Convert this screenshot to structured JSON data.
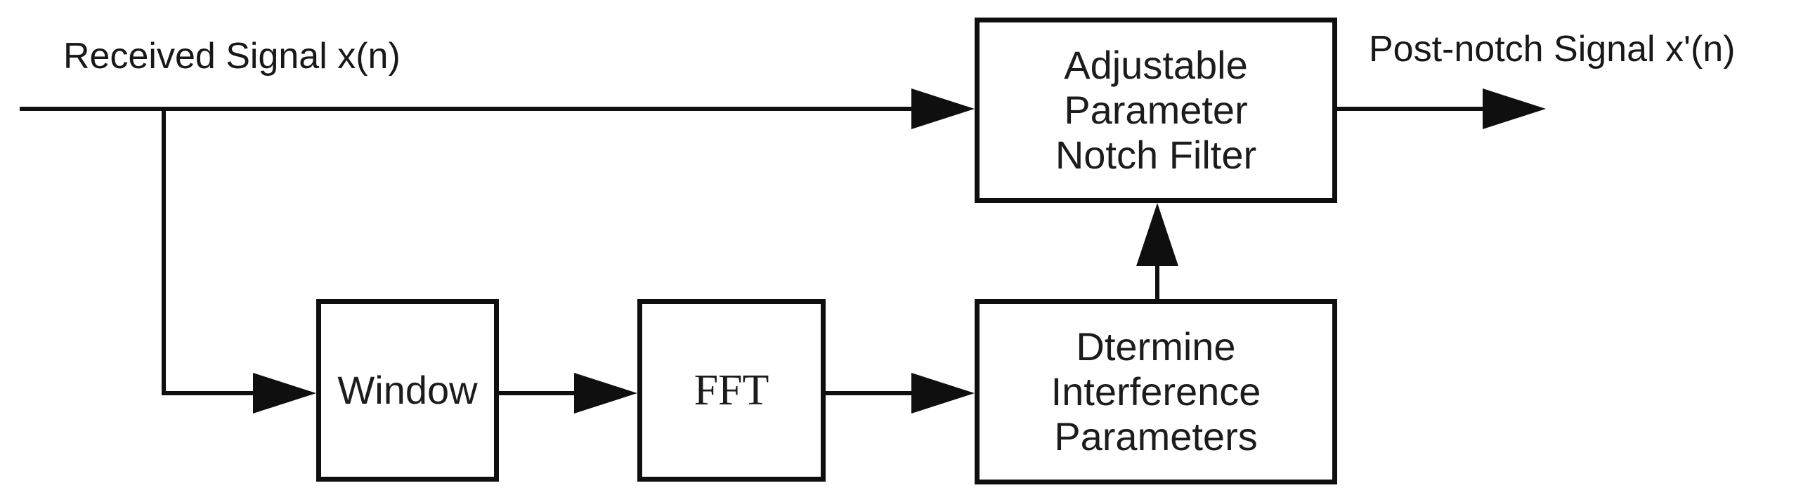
{
  "diagram": {
    "background_color": "#ffffff",
    "line_color": "#0f0f0f",
    "text_color": "#1a1a1a",
    "labels": {
      "input_signal": "Received Signal x(n)",
      "output_signal": "Post-notch Signal x'(n)"
    },
    "blocks": {
      "notch_filter": {
        "lines": [
          "Adjustable",
          "Parameter",
          "Notch Filter"
        ]
      },
      "window": {
        "label": "Window"
      },
      "fft": {
        "label": "FFT"
      },
      "determine": {
        "lines": [
          "Dtermine",
          "Interference",
          "Parameters"
        ]
      }
    }
  }
}
